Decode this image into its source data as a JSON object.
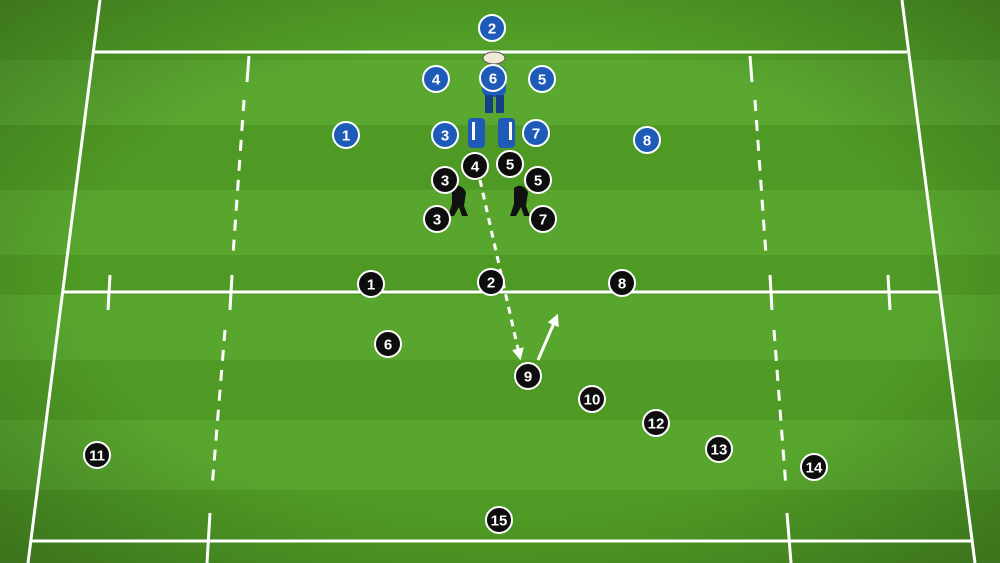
{
  "colors": {
    "grass_light": "#5aa82f",
    "grass_dark": "#4e9a26",
    "line": "#ffffff",
    "blue_team": "#1e5bb8",
    "black_team": "#0d0d0d"
  },
  "icons": {
    "lifted_jumper": "rugby-ball-jumper-icon",
    "lifter": "lifter-icon",
    "attacker": "attacking-player-figure-icon"
  },
  "players": {
    "blue": [
      {
        "label": "2"
      },
      {
        "label": "4"
      },
      {
        "label": "6"
      },
      {
        "label": "5"
      },
      {
        "label": "1"
      },
      {
        "label": "3"
      },
      {
        "label": "7"
      },
      {
        "label": "8"
      }
    ],
    "black": [
      {
        "label": "4"
      },
      {
        "label": "5"
      },
      {
        "label": "3"
      },
      {
        "label": "5"
      },
      {
        "label": "3"
      },
      {
        "label": "7"
      },
      {
        "label": "1"
      },
      {
        "label": "2"
      },
      {
        "label": "8"
      },
      {
        "label": "6"
      },
      {
        "label": "9"
      },
      {
        "label": "10"
      },
      {
        "label": "12"
      },
      {
        "label": "11"
      },
      {
        "label": "13"
      },
      {
        "label": "14"
      },
      {
        "label": "15"
      }
    ]
  }
}
